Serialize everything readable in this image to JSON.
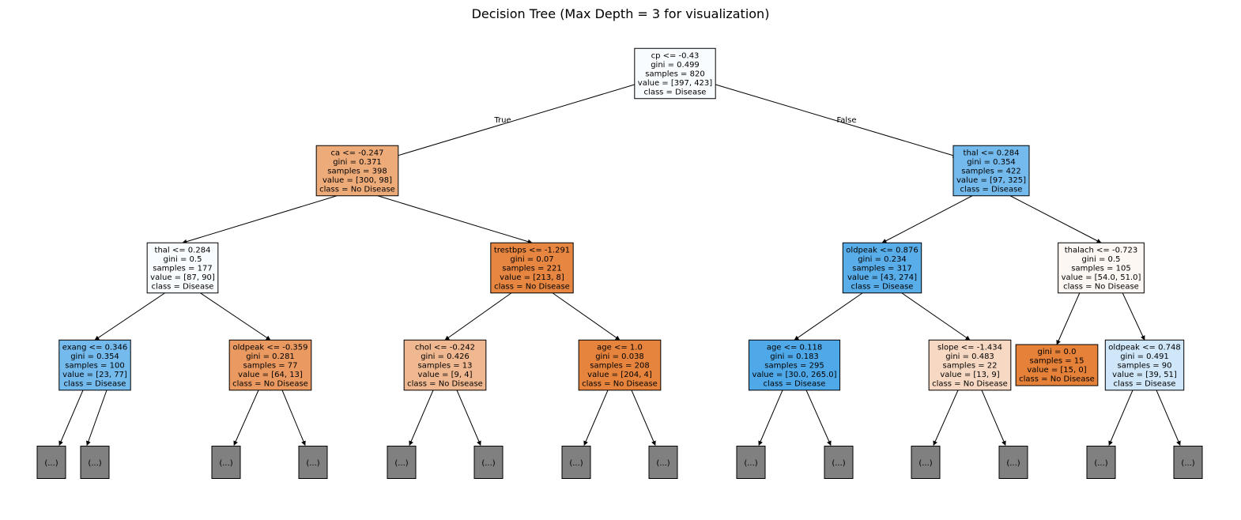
{
  "title": "Decision Tree (Max Depth = 3 for visualization)",
  "colors": {
    "no_disease": "#e58139",
    "disease": "#399de5",
    "truncated": "#808080",
    "edge": "#000000"
  },
  "edge_labels": [
    "True",
    "False"
  ],
  "tree": {
    "id": "root",
    "lines": [
      "cp <= -0.43",
      "gini = 0.499",
      "samples = 820",
      "value = [397, 423]",
      "class = Disease"
    ],
    "class": "Disease",
    "purity": 0.03,
    "children": [
      {
        "id": "l",
        "lines": [
          "ca <= -0.247",
          "gini = 0.371",
          "samples = 398",
          "value = [300, 98]",
          "class = No Disease"
        ],
        "class": "No Disease",
        "purity": 0.67,
        "children": [
          {
            "id": "ll",
            "lines": [
              "thal <= 0.284",
              "gini = 0.5",
              "samples = 177",
              "value = [87, 90]",
              "class = Disease"
            ],
            "class": "Disease",
            "purity": 0.03,
            "children": [
              {
                "id": "lll",
                "lines": [
                  "exang <= 0.346",
                  "gini = 0.354",
                  "samples = 100",
                  "value = [23, 77]",
                  "class = Disease"
                ],
                "class": "Disease",
                "purity": 0.7,
                "truncated": true
              },
              {
                "id": "llr",
                "lines": [
                  "oldpeak <= -0.359",
                  "gini = 0.281",
                  "samples = 77",
                  "value = [64, 13]",
                  "class = No Disease"
                ],
                "class": "No Disease",
                "purity": 0.8,
                "truncated": true
              }
            ]
          },
          {
            "id": "lr",
            "lines": [
              "trestbps <= -1.291",
              "gini = 0.07",
              "samples = 221",
              "value = [213, 8]",
              "class = No Disease"
            ],
            "class": "No Disease",
            "purity": 0.96,
            "children": [
              {
                "id": "lrl",
                "lines": [
                  "chol <= -0.242",
                  "gini = 0.426",
                  "samples = 13",
                  "value = [9, 4]",
                  "class = No Disease"
                ],
                "class": "No Disease",
                "purity": 0.56,
                "truncated": true
              },
              {
                "id": "lrr",
                "lines": [
                  "age <= 1.0",
                  "gini = 0.038",
                  "samples = 208",
                  "value = [204, 4]",
                  "class = No Disease"
                ],
                "class": "No Disease",
                "purity": 0.98,
                "truncated": true
              }
            ]
          }
        ]
      },
      {
        "id": "r",
        "lines": [
          "thal <= 0.284",
          "gini = 0.354",
          "samples = 422",
          "value = [97, 325]",
          "class = Disease"
        ],
        "class": "Disease",
        "purity": 0.7,
        "children": [
          {
            "id": "rl",
            "lines": [
              "oldpeak <= 0.876",
              "gini = 0.234",
              "samples = 317",
              "value = [43, 274]",
              "class = Disease"
            ],
            "class": "Disease",
            "purity": 0.84,
            "children": [
              {
                "id": "rll",
                "lines": [
                  "age <= 0.118",
                  "gini = 0.183",
                  "samples = 295",
                  "value = [30.0, 265.0]",
                  "class = Disease"
                ],
                "class": "Disease",
                "purity": 0.89,
                "truncated": true
              },
              {
                "id": "rlr",
                "lines": [
                  "slope <= -1.434",
                  "gini = 0.483",
                  "samples = 22",
                  "value = [13, 9]",
                  "class = No Disease"
                ],
                "class": "No Disease",
                "purity": 0.31,
                "truncated": true
              }
            ]
          },
          {
            "id": "rr",
            "lines": [
              "thalach <= -0.723",
              "gini = 0.5",
              "samples = 105",
              "value = [54.0, 51.0]",
              "class = No Disease"
            ],
            "class": "No Disease",
            "purity": 0.06,
            "children": [
              {
                "id": "rrl",
                "lines": [
                  "gini = 0.0",
                  "samples = 15",
                  "value = [15, 0]",
                  "class = No Disease"
                ],
                "class": "No Disease",
                "purity": 1.0,
                "leaf": true
              },
              {
                "id": "rrr",
                "lines": [
                  "oldpeak <= 0.748",
                  "gini = 0.491",
                  "samples = 90",
                  "value = [39, 51]",
                  "class = Disease"
                ],
                "class": "Disease",
                "purity": 0.24,
                "truncated": true
              }
            ]
          }
        ]
      }
    ]
  },
  "truncated_label": "(...)"
}
